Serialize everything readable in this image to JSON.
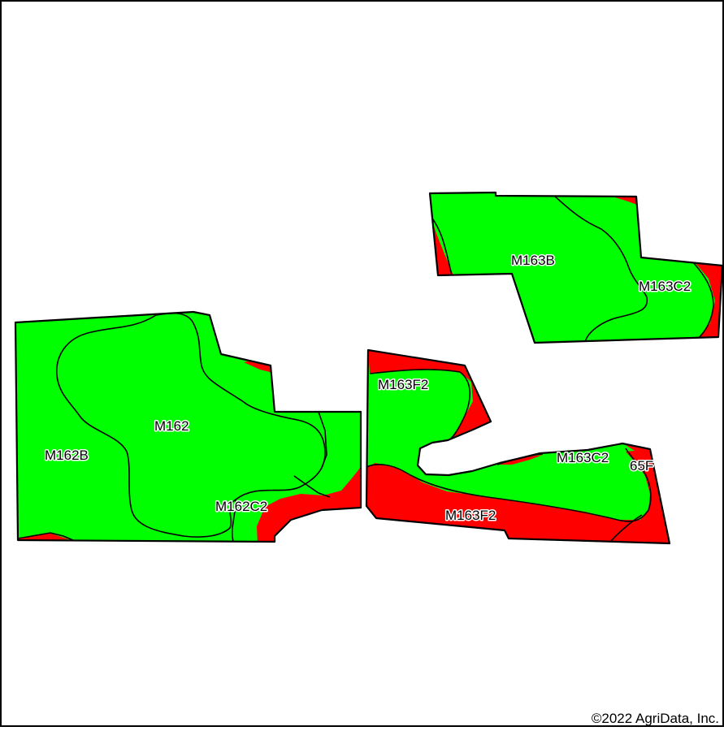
{
  "map": {
    "colors": {
      "good_soil": "#00ff00",
      "poor_soil": "#ff0000",
      "outline": "#000000",
      "frame": "#000000",
      "background": "#ffffff"
    },
    "soil_labels": {
      "m162b": "M162B",
      "m162": "M162",
      "m162c2": "M162C2",
      "m163b": "M163B",
      "m163c2_east": "M163C2",
      "m163f2_north": "M163F2",
      "m163c2_south": "M163C2",
      "s65f": "65F",
      "m163f2_south": "M163F2"
    },
    "copyright": "©2022 AgriData, Inc."
  }
}
